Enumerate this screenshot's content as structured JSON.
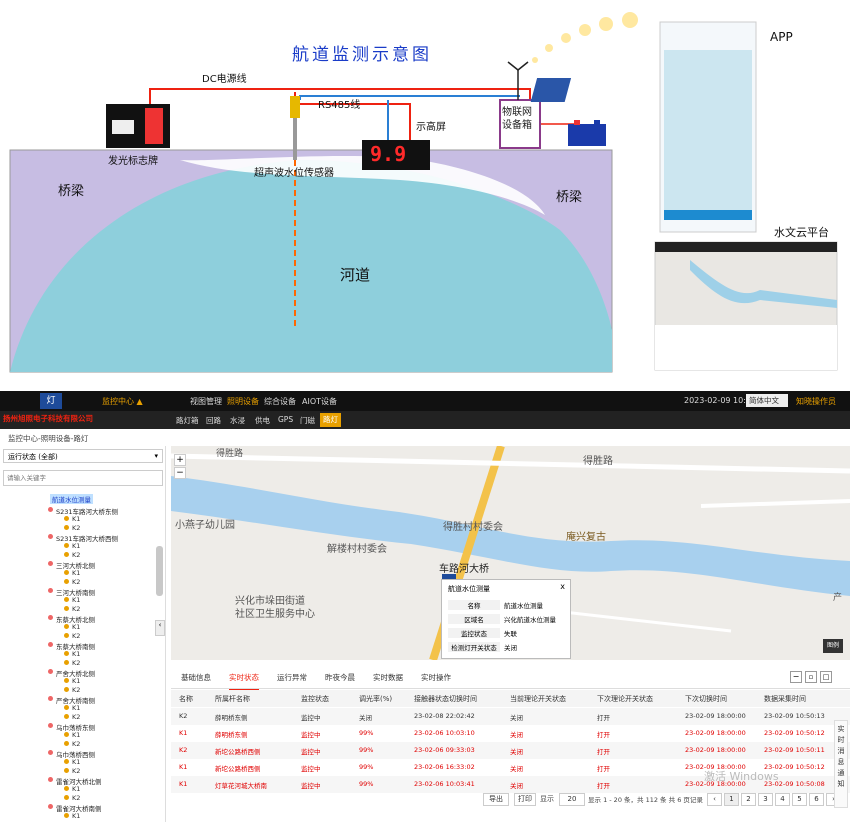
{
  "diagram": {
    "title": "航道监测示意图",
    "dc_label": "DC电源线",
    "rs485_label": "RS485线",
    "display_label": "示高屏",
    "display_value": "9.9",
    "iot_box_label": "物联网\n设备箱",
    "sign_label": "发光标志牌",
    "sensor_label": "超声波水位传感器",
    "bridge_left": "桥梁",
    "bridge_right": "桥梁",
    "river": "河道",
    "app_label": "APP",
    "cloud_label": "水文云平台"
  },
  "header": {
    "logo_text": "灯",
    "company": "扬州旭照电子科技有限公司",
    "center": "监控中心 ▲",
    "nav": [
      "视图管理",
      "照明设备",
      "综合设备",
      "AIOT设备"
    ],
    "datetime": "2023-02-09 10:50:32",
    "lang": "简体中文",
    "user": "知晓操作员"
  },
  "subnav": [
    "路灯箱",
    "回路",
    "水浸",
    "供电",
    "GPS",
    "门磁",
    "路灯"
  ],
  "breadcrumb": "监控中心-照明设备-路灯",
  "left": {
    "status_select": "运行状态 (全部)",
    "search_placeholder": "请输入关键字",
    "root": "航道水位测量",
    "tree": [
      "S231车路河大桥东侧",
      "K1",
      "K2",
      "S231车路河大桥西侧",
      "K1",
      "K2",
      "三河大桥北侧",
      "K1",
      "K2",
      "三河大桥南侧",
      "K1",
      "K2",
      "东蔡大桥北侧",
      "K1",
      "K2",
      "东蔡大桥南侧",
      "K1",
      "K2",
      "严舍大桥北侧",
      "K1",
      "K2",
      "严舍大桥南侧",
      "K1",
      "K2",
      "乌巾荡桥东侧",
      "K1",
      "K2",
      "乌巾荡桥西侧",
      "K1",
      "K2",
      "雷雀河大桥北侧",
      "K1",
      "K2",
      "雷雀河大桥南侧",
      "K1"
    ]
  },
  "map": {
    "labels": [
      "得胜路",
      "得胜路",
      "得胜村村委会",
      "庵兴复古",
      "小燕子幼儿园",
      "解楼村村委会",
      "车路河大桥",
      "兴化市垛田街道",
      "社区卫生服务中心",
      "产"
    ],
    "popup": {
      "title": "航道水位测量",
      "close": "x",
      "rows": [
        [
          "名称",
          "航道水位测量"
        ],
        [
          "区域名",
          "兴化航道水位测量"
        ],
        [
          "监控状态",
          "失联"
        ],
        [
          "检测灯开关状态",
          "关闭"
        ]
      ]
    },
    "badge": "图例"
  },
  "table": {
    "tabs": [
      "基础信息",
      "实时状态",
      "运行异常",
      "昨夜今晨",
      "实时数据",
      "实时操作"
    ],
    "headers": [
      "名称",
      "所属杆名称",
      "监控状态",
      "调光率(%)",
      "接触器状态切换时间",
      "当前理论开关状态",
      "下次理论开关状态",
      "下次切换时间",
      "数据采集时间"
    ],
    "rows": [
      [
        "K2",
        "薛明桥东侧",
        "监控中",
        "关闭",
        "23-02-08 22:02:42",
        "关闭",
        "打开",
        "23-02-09 18:00:00",
        "23-02-09 10:50:13"
      ],
      [
        "K1",
        "薛明桥东侧",
        "监控中",
        "99%",
        "23-02-06 10:03:10",
        "关闭",
        "打开",
        "23-02-09 18:00:00",
        "23-02-09 10:50:12"
      ],
      [
        "K2",
        "新坨公路桥西侧",
        "监控中",
        "99%",
        "23-02-06 09:33:03",
        "关闭",
        "打开",
        "23-02-09 18:00:00",
        "23-02-09 10:50:11"
      ],
      [
        "K1",
        "新坨公路桥西侧",
        "监控中",
        "99%",
        "23-02-06 16:33:02",
        "关闭",
        "打开",
        "23-02-09 18:00:00",
        "23-02-09 10:50:12"
      ],
      [
        "K1",
        "灯草花河城大桥南",
        "监控中",
        "99%",
        "23-02-06 10:03:41",
        "关闭",
        "打开",
        "23-02-09 18:00:00",
        "23-02-09 10:50:08"
      ]
    ],
    "export": "导出",
    "print": "打印",
    "show": "显示",
    "page_size": "20",
    "summary": "显示 1 - 20 条，共 112 条 共 6 页记录",
    "pages": [
      "‹",
      "1",
      "2",
      "3",
      "4",
      "5",
      "6",
      "›"
    ],
    "watermark": "激活 Windows",
    "side_notice": "实时消息通知"
  },
  "colors": {
    "accent": "#e8a000",
    "header": "#111111",
    "red_row": "#e00000",
    "river": "#8ecfdc",
    "bridge": "#c7bde3"
  }
}
